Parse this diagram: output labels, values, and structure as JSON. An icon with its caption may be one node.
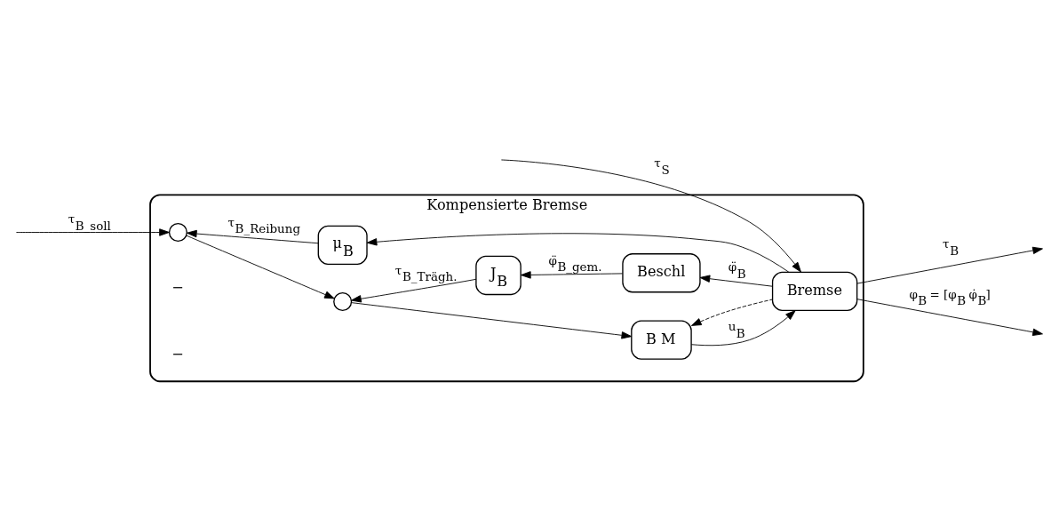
{
  "diagram": {
    "nodes": [
      {
        "text": [
          "Kompensierte Bremse"
        ]
      },
      {
        "text": [],
        "shape": "circle",
        "in": 0
      },
      {
        "text": [],
        "shape": "circle",
        "in": 0
      },
      {
        "text": [
          "B M"
        ],
        "in": 0
      },
      {
        "text": [
          "Bremse"
        ],
        "in": 0
      },
      {
        "text": [
          "J$_{B}$"
        ],
        "in": 0
      },
      {
        "text": [
          "Beschl"
        ],
        "in": 0
      },
      {
        "text": [
          "μ$_{B}$"
        ],
        "in": 0
      }
    ],
    "edges": [
      {
        "from": null,
        "to": 4,
        "arrow": "to",
        "label": "τ$_{S}$"
      },
      {
        "from": null,
        "to": 1,
        "arrow": "to",
        "label": "τ$_{B_soll}$"
      },
      {
        "from": 1,
        "to": 2,
        "arrow": "to"
      },
      {
        "from": 2,
        "to": 3,
        "arrow": "to"
      },
      {
        "from": 3,
        "to": 4,
        "arrow": "to",
        "label": "u$_{B}$"
      },
      {
        "from": 4,
        "to": null,
        "arrow": "to",
        "label": "τ$_{B}$"
      },
      {
        "from": 4,
        "to": null,
        "arrow": "to",
        "label": "φ$_{B}$ = [φ$_{B}$ φ̇$_{B}$]"
      },
      {
        "from": 4,
        "to": 3,
        "arrow": "to",
        "style": "dashed"
      },
      {
        "from": 4,
        "to": 6,
        "arrow": "to",
        "label": "φ̈$_{B}$"
      },
      {
        "from": 6,
        "to": 5,
        "arrow": "to",
        "label": "φ̈$_{B_gem.}$"
      },
      {
        "from": 5,
        "to": 2,
        "arrow": "to",
        "label": "τ$_{B_Trägh.}$"
      },
      {
        "from": 4,
        "to": 7,
        "arrow": "to"
      },
      {
        "from": 7,
        "to": 1,
        "arrow": "to",
        "label": "τ$_{B_Reibung}$"
      }
    ],
    "labels": [
      "−",
      "−"
    ]
  }
}
